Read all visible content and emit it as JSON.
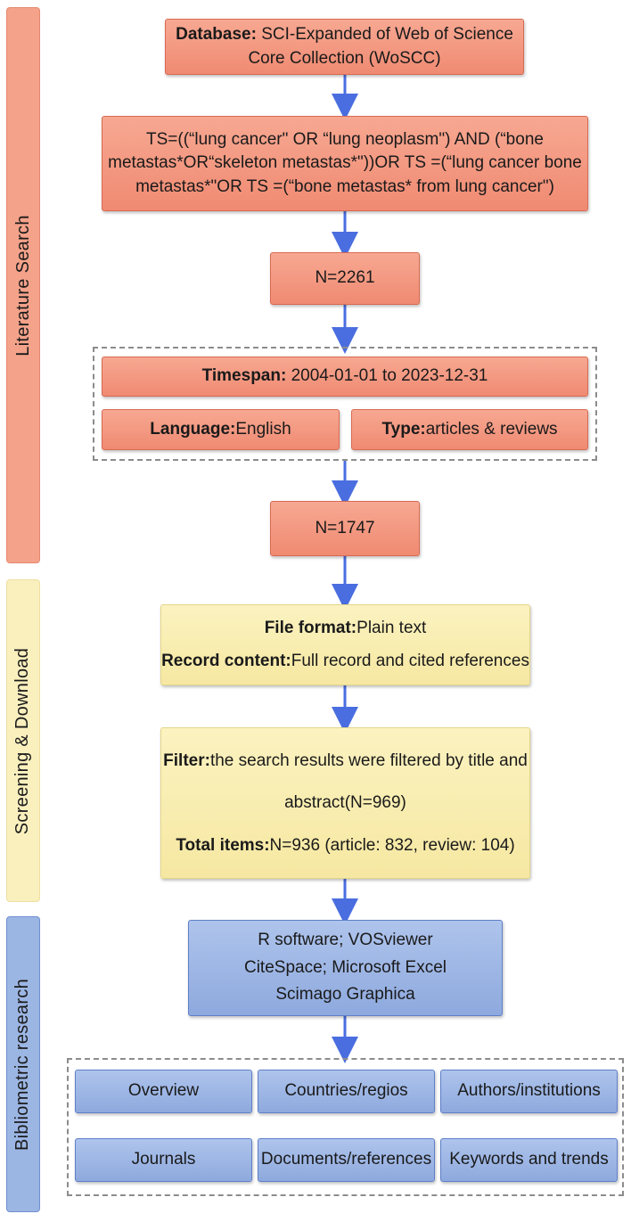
{
  "sidebar": {
    "literature": "Literature Search",
    "screening": "Screening & Download",
    "bibliometric": "Bibliometric research"
  },
  "database": {
    "label": "Database:",
    "text1": " SCI-Expanded of Web of Science",
    "text2": "Core Collection (WoSCC)"
  },
  "query": {
    "line1": "TS=((“lung cancer\" OR “lung neoplasm\") AND (“bone",
    "line2": "metastas*OR“skeleton metastas*\"))OR TS =(“lung cancer bone",
    "line3": "metastas*\"OR TS =(“bone metastas* from lung cancer\")"
  },
  "n1": "N=2261",
  "timespan": {
    "label": "Timespan:",
    "value": "  2004-01-01 to 2023-12-31"
  },
  "language": {
    "label": "Language:",
    "value": "English"
  },
  "type": {
    "label": "Type:",
    "value": "articles & reviews"
  },
  "n2": "N=1747",
  "file_format": {
    "label": "File format:",
    "value": "Plain text"
  },
  "record_content": {
    "label": "Record content:",
    "value": "Full record and cited references"
  },
  "filter": {
    "label": "Filter:",
    "value1": "the search results were filtered by title and",
    "value2": "abstract(N=969)"
  },
  "total_items": {
    "label": "Total items:",
    "value": "N=936 (article: 832, review: 104)"
  },
  "software": {
    "line1": "R software; VOSviewer",
    "line2": "CiteSpace; Microsoft Excel",
    "line3": "Scimago Graphica"
  },
  "outputs": [
    "Overview",
    "Countries/regios",
    "Authors/institutions",
    "Journals",
    "Documents/references",
    "Keywords and trends"
  ],
  "colors": {
    "orange": "#f08a72",
    "yellow": "#f6e8a2",
    "blue": "#8ea9de",
    "arrow": "#4a6ee0"
  }
}
